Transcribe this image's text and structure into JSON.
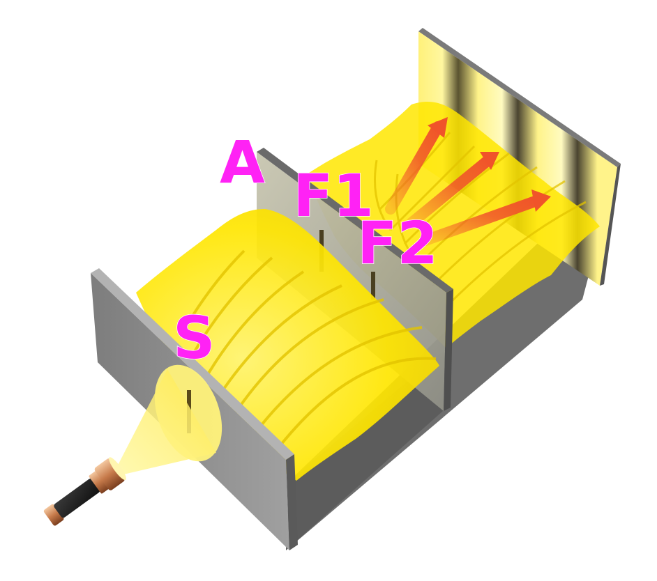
{
  "labels": {
    "A": "A",
    "S": "S",
    "F1": "F1",
    "F2": "F2"
  },
  "colors": {
    "label": "#ff22f5",
    "wave": "#ffe600",
    "wave_dark": "#e8c800",
    "panel": "#8a8a8a",
    "panel_edge": "#5f5f5f",
    "floor": "#6b6b6b",
    "arrow": "#f0542a",
    "screen_light": "#ffef7a",
    "screen_dark": "#4a4530"
  },
  "arrows": [
    "arrow-up",
    "arrow-middle",
    "arrow-down"
  ]
}
